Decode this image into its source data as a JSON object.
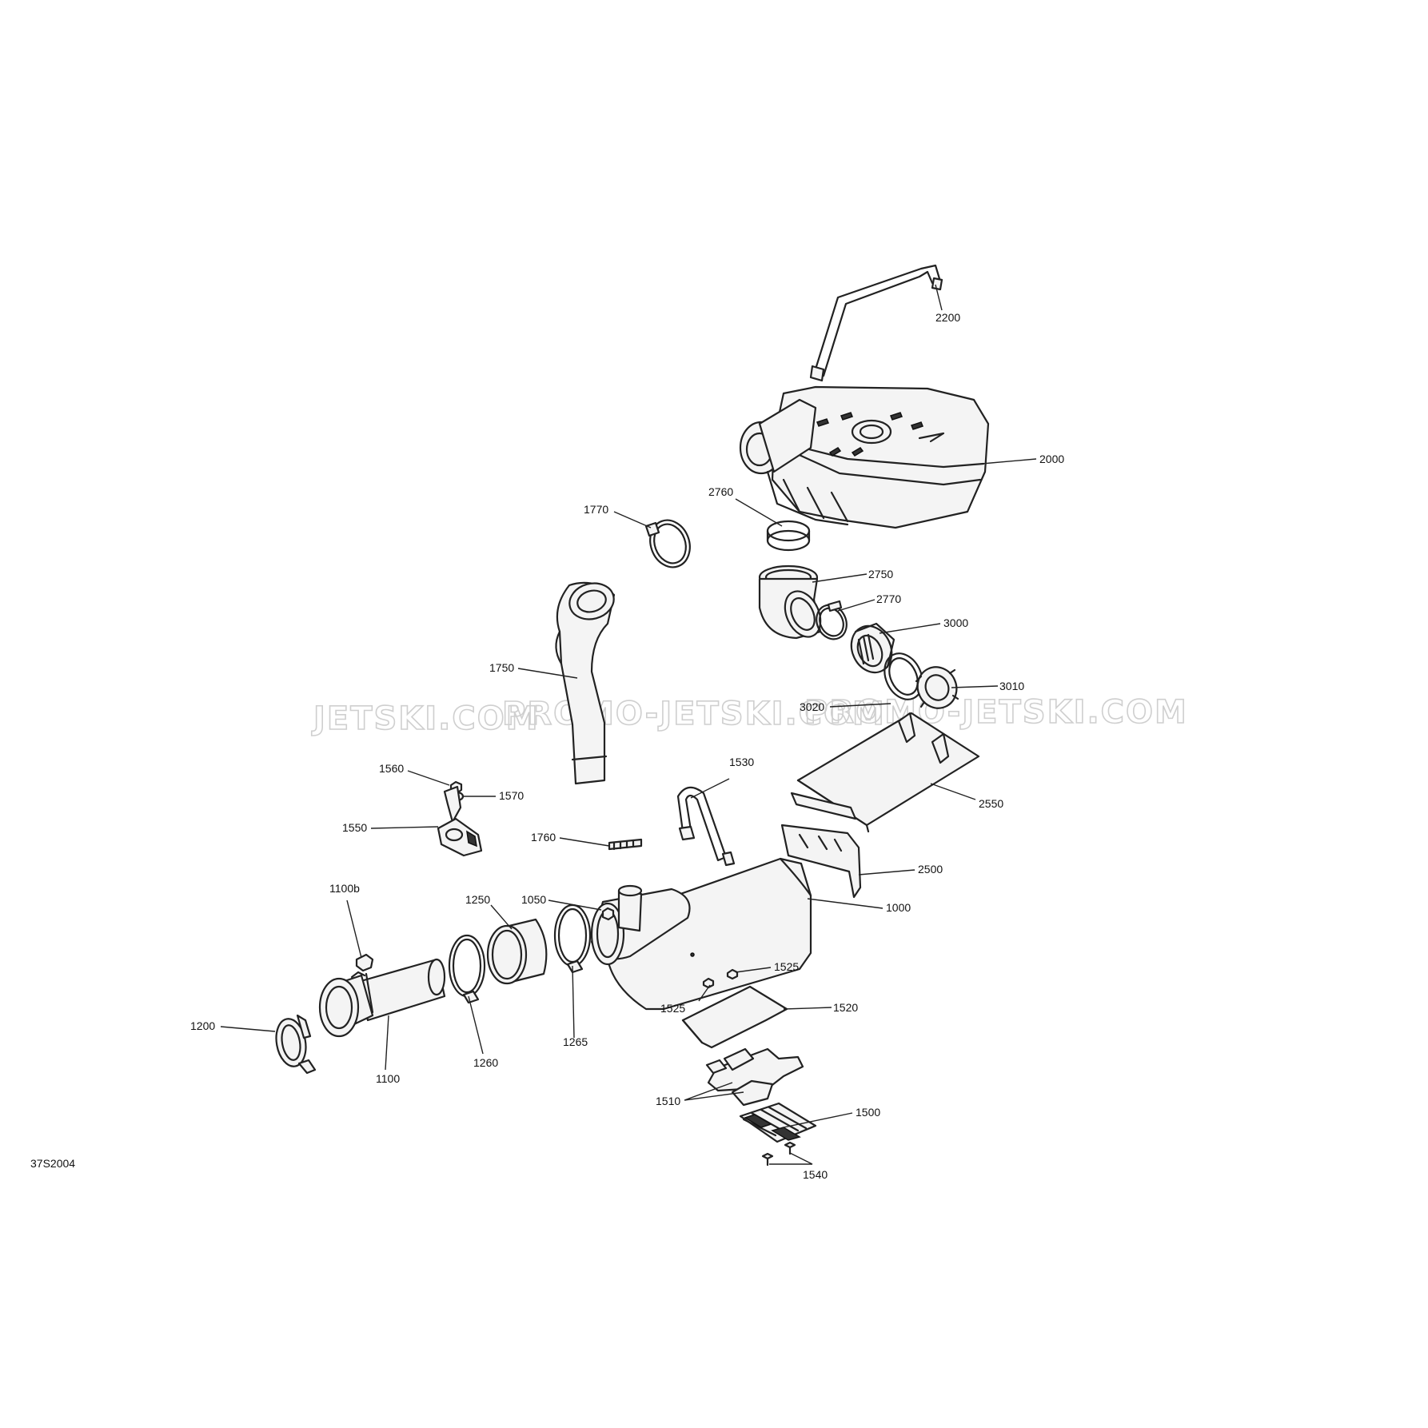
{
  "figure_code": "37S2004",
  "watermark_text": [
    "JETSKI.COM",
    "PROMO-JETSKI.COM",
    "PROMO-JETSKI.COM"
  ],
  "part_labels": {
    "p2200": "2200",
    "p2000": "2000",
    "p2760": "2760",
    "p1770": "1770",
    "p2750": "2750",
    "p2770": "2770",
    "p3000": "3000",
    "p1750": "1750",
    "p3020": "3020",
    "p3010": "3010",
    "p1560": "1560",
    "p1570": "1570",
    "p1530": "1530",
    "p2550": "2550",
    "p1550": "1550",
    "p1760": "1760",
    "p2500": "2500",
    "p1100b": "1100b",
    "p1250": "1250",
    "p1050": "1050",
    "p1000": "1000",
    "p1525a": "1525",
    "p1525b": "1525",
    "p1520": "1520",
    "p1200": "1200",
    "p1100": "1100",
    "p1260": "1260",
    "p1265": "1265",
    "p1510": "1510",
    "p1500": "1500",
    "p1540": "1540"
  }
}
